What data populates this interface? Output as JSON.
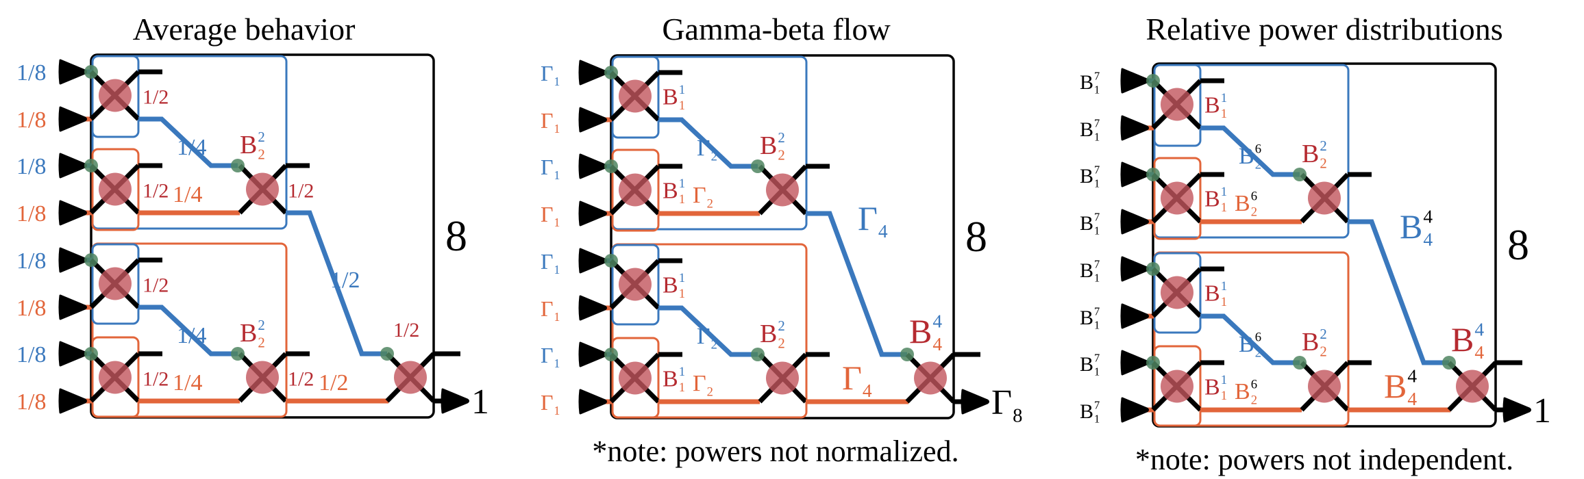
{
  "figure": {
    "colors": {
      "blue": "#3a78bd",
      "orange": "#e2653a",
      "darkred": "#b52a30",
      "coupler": "#c2555c",
      "junction": "#4f8560",
      "black": "#000000"
    },
    "panels": [
      {
        "id": "average-behavior",
        "title": "Average behavior",
        "note": "",
        "total_label": "8",
        "output_label": {
          "base": "1",
          "sub": "",
          "sup": ""
        },
        "input_labels": [
          {
            "base": "1/8",
            "color": "blue"
          },
          {
            "base": "1/8",
            "color": "orange"
          },
          {
            "base": "1/8",
            "color": "blue"
          },
          {
            "base": "1/8",
            "color": "orange"
          },
          {
            "base": "1/8",
            "color": "blue"
          },
          {
            "base": "1/8",
            "color": "orange"
          },
          {
            "base": "1/8",
            "color": "blue"
          },
          {
            "base": "1/8",
            "color": "orange"
          }
        ],
        "stage1_coupler_labels": [
          {
            "base": "1/2",
            "sup": "",
            "sub": "",
            "color": "darkred"
          },
          {
            "base": "1/2",
            "sup": "",
            "sub": "",
            "color": "darkred"
          },
          {
            "base": "1/2",
            "sup": "",
            "sub": "",
            "color": "darkred"
          },
          {
            "base": "1/2",
            "sup": "",
            "sub": "",
            "color": "darkred"
          }
        ],
        "stage1_path_labels": [
          {
            "base": "1/4",
            "sup": "",
            "sub": "",
            "color": "blue"
          },
          {
            "base": "1/4",
            "sup": "",
            "sub": "",
            "color": "orange"
          },
          {
            "base": "1/4",
            "sup": "",
            "sub": "",
            "color": "blue"
          },
          {
            "base": "1/4",
            "sup": "",
            "sub": "",
            "color": "orange"
          }
        ],
        "stage2_coupler_labels": [
          {
            "base": "B",
            "sup": "2",
            "sub": "2",
            "color": "darkred",
            "sup_color": "blue",
            "sub_color": "orange"
          },
          {
            "base": "B",
            "sup": "2",
            "sub": "2",
            "color": "darkred",
            "sup_color": "blue",
            "sub_color": "orange"
          }
        ],
        "stage2_side_labels": [
          {
            "base": "1/2",
            "color": "darkred"
          },
          {
            "base": "1/2",
            "color": "darkred"
          }
        ],
        "stage2_path_labels": [
          {
            "base": "1/2",
            "sup": "",
            "sub": "",
            "color": "blue"
          },
          {
            "base": "1/2",
            "sup": "",
            "sub": "",
            "color": "orange"
          }
        ],
        "stage3_coupler_label": {
          "base": "1/2",
          "sup": "",
          "sub": "",
          "color": "darkred"
        }
      },
      {
        "id": "gamma-beta-flow",
        "title": "Gamma-beta flow",
        "note": "*note: powers not normalized.",
        "total_label": "8",
        "output_label": {
          "base": "Γ",
          "sub": "8",
          "sup": ""
        },
        "input_labels": [
          {
            "base": "Γ",
            "sub": "1",
            "color": "blue"
          },
          {
            "base": "Γ",
            "sub": "1",
            "color": "orange"
          },
          {
            "base": "Γ",
            "sub": "1",
            "color": "blue"
          },
          {
            "base": "Γ",
            "sub": "1",
            "color": "orange"
          },
          {
            "base": "Γ",
            "sub": "1",
            "color": "blue"
          },
          {
            "base": "Γ",
            "sub": "1",
            "color": "orange"
          },
          {
            "base": "Γ",
            "sub": "1",
            "color": "blue"
          },
          {
            "base": "Γ",
            "sub": "1",
            "color": "orange"
          }
        ],
        "stage1_coupler_labels": [
          {
            "base": "B",
            "sup": "1",
            "sub": "1",
            "color": "darkred",
            "sup_color": "blue",
            "sub_color": "orange"
          },
          {
            "base": "B",
            "sup": "1",
            "sub": "1",
            "color": "darkred",
            "sup_color": "blue",
            "sub_color": "orange"
          },
          {
            "base": "B",
            "sup": "1",
            "sub": "1",
            "color": "darkred",
            "sup_color": "blue",
            "sub_color": "orange"
          },
          {
            "base": "B",
            "sup": "1",
            "sub": "1",
            "color": "darkred",
            "sup_color": "blue",
            "sub_color": "orange"
          }
        ],
        "stage1_path_labels": [
          {
            "base": "Γ",
            "sup": "",
            "sub": "2",
            "color": "blue"
          },
          {
            "base": "Γ",
            "sup": "",
            "sub": "2",
            "color": "orange"
          },
          {
            "base": "Γ",
            "sup": "",
            "sub": "2",
            "color": "blue"
          },
          {
            "base": "Γ",
            "sup": "",
            "sub": "2",
            "color": "orange"
          }
        ],
        "stage2_coupler_labels": [
          {
            "base": "B",
            "sup": "2",
            "sub": "2",
            "color": "darkred",
            "sup_color": "blue",
            "sub_color": "orange"
          },
          {
            "base": "B",
            "sup": "2",
            "sub": "2",
            "color": "darkred",
            "sup_color": "blue",
            "sub_color": "orange"
          }
        ],
        "stage2_side_labels": [],
        "stage2_path_labels": [
          {
            "base": "Γ",
            "sup": "",
            "sub": "4",
            "color": "blue"
          },
          {
            "base": "Γ",
            "sup": "",
            "sub": "4",
            "color": "orange"
          }
        ],
        "stage3_coupler_label": {
          "base": "B",
          "sup": "4",
          "sub": "4",
          "color": "darkred",
          "sup_color": "blue",
          "sub_color": "orange"
        }
      },
      {
        "id": "relative-power-distributions",
        "title": "Relative power distributions",
        "note": "*note: powers not independent.",
        "total_label": "8",
        "output_label": {
          "base": "1",
          "sub": "",
          "sup": ""
        },
        "input_labels": [
          {
            "base": "B",
            "sup": "7",
            "sub": "1",
            "color": "black"
          },
          {
            "base": "B",
            "sup": "7",
            "sub": "1",
            "color": "black"
          },
          {
            "base": "B",
            "sup": "7",
            "sub": "1",
            "color": "black"
          },
          {
            "base": "B",
            "sup": "7",
            "sub": "1",
            "color": "black"
          },
          {
            "base": "B",
            "sup": "7",
            "sub": "1",
            "color": "black"
          },
          {
            "base": "B",
            "sup": "7",
            "sub": "1",
            "color": "black"
          },
          {
            "base": "B",
            "sup": "7",
            "sub": "1",
            "color": "black"
          },
          {
            "base": "B",
            "sup": "7",
            "sub": "1",
            "color": "black"
          }
        ],
        "stage1_coupler_labels": [
          {
            "base": "B",
            "sup": "1",
            "sub": "1",
            "color": "darkred",
            "sup_color": "blue",
            "sub_color": "orange"
          },
          {
            "base": "B",
            "sup": "1",
            "sub": "1",
            "color": "darkred",
            "sup_color": "blue",
            "sub_color": "orange"
          },
          {
            "base": "B",
            "sup": "1",
            "sub": "1",
            "color": "darkred",
            "sup_color": "blue",
            "sub_color": "orange"
          },
          {
            "base": "B",
            "sup": "1",
            "sub": "1",
            "color": "darkred",
            "sup_color": "blue",
            "sub_color": "orange"
          }
        ],
        "stage1_path_labels": [
          {
            "base": "B",
            "sup": "6",
            "sub": "2",
            "color": "blue",
            "sup_color": "black",
            "sub_color": "blue"
          },
          {
            "base": "B",
            "sup": "6",
            "sub": "2",
            "color": "orange",
            "sup_color": "black",
            "sub_color": "orange"
          },
          {
            "base": "B",
            "sup": "6",
            "sub": "2",
            "color": "blue",
            "sup_color": "black",
            "sub_color": "blue"
          },
          {
            "base": "B",
            "sup": "6",
            "sub": "2",
            "color": "orange",
            "sup_color": "black",
            "sub_color": "orange"
          }
        ],
        "stage2_coupler_labels": [
          {
            "base": "B",
            "sup": "2",
            "sub": "2",
            "color": "darkred",
            "sup_color": "blue",
            "sub_color": "orange"
          },
          {
            "base": "B",
            "sup": "2",
            "sub": "2",
            "color": "darkred",
            "sup_color": "blue",
            "sub_color": "orange"
          }
        ],
        "stage2_side_labels": [],
        "stage2_path_labels": [
          {
            "base": "B",
            "sup": "4",
            "sub": "4",
            "color": "blue",
            "sup_color": "black",
            "sub_color": "blue"
          },
          {
            "base": "B",
            "sup": "4",
            "sub": "4",
            "color": "orange",
            "sup_color": "black",
            "sub_color": "orange"
          }
        ],
        "stage3_coupler_label": {
          "base": "B",
          "sup": "4",
          "sub": "4",
          "color": "darkred",
          "sup_color": "blue",
          "sub_color": "orange"
        }
      }
    ]
  }
}
